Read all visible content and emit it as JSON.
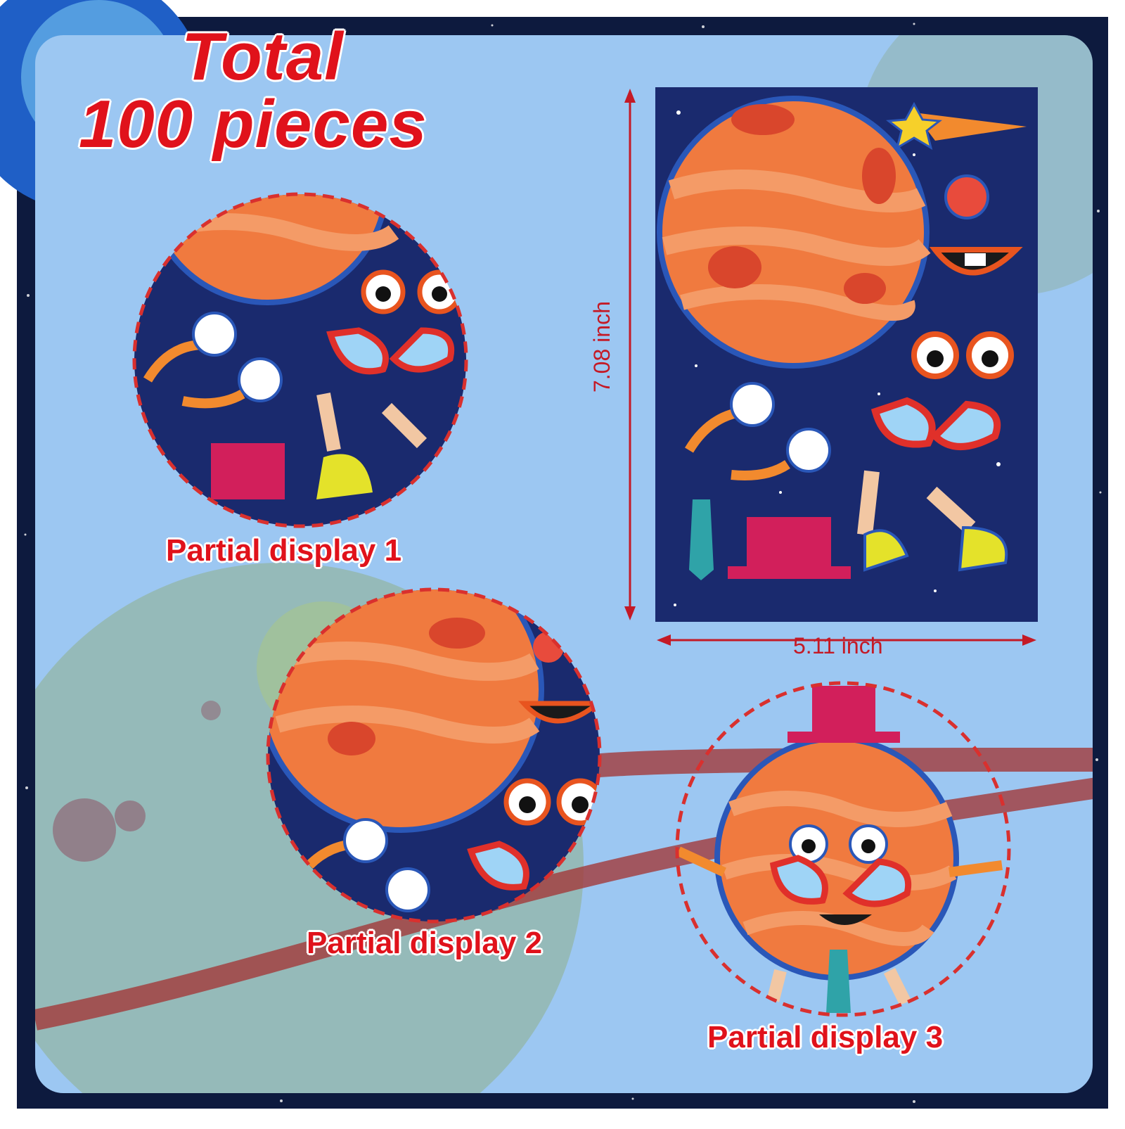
{
  "headline": {
    "line1": "Total",
    "line2": "100 pieces"
  },
  "labels": {
    "partial1": "Partial display 1",
    "partial2": "Partial display 2",
    "partial3": "Partial display 3"
  },
  "dimensions": {
    "width": "5.11 inch",
    "height": "7.08 inch"
  },
  "colors": {
    "label_red": "#e0121b",
    "panel_blue": "#9cc7f2",
    "space_navy": "#1d2a6b",
    "planet_orange": "#f07a3f",
    "dashed_red": "#d9302e"
  }
}
